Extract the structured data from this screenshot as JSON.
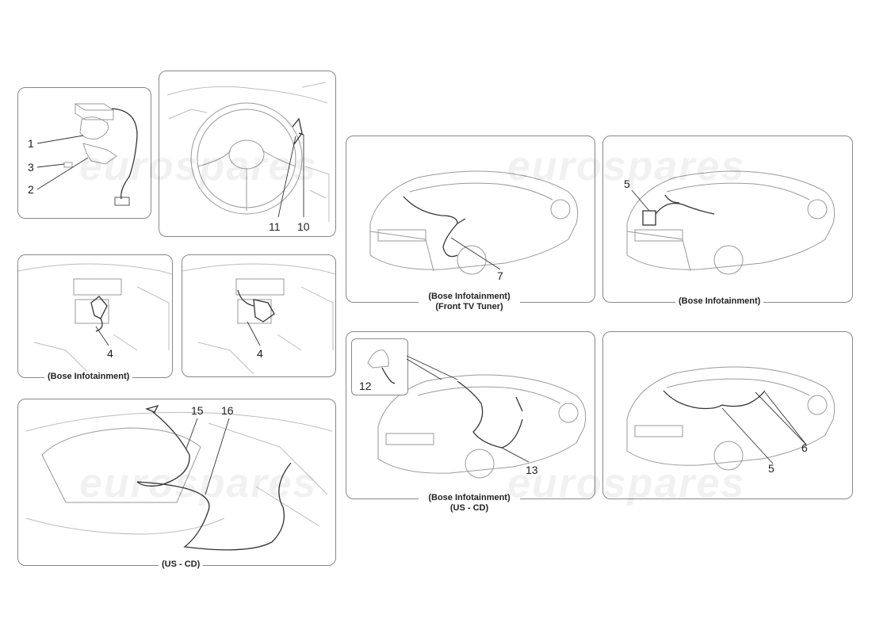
{
  "labels": {
    "n1": "1",
    "n2": "2",
    "n3": "3",
    "n4a": "4",
    "n4b": "4",
    "n5a": "5",
    "n5b": "5",
    "n6": "6",
    "n7": "7",
    "n10": "10",
    "n11": "11",
    "n12": "12",
    "n13": "13",
    "n15": "15",
    "n16": "16"
  },
  "captions": {
    "front_tv_line1": "(Bose Infotainment)",
    "front_tv_line2": "(Front TV Tuner)",
    "bose_infotainment_rear": "(Bose Infotainment)",
    "bose_infotainment_console": "(Bose Infotainment)",
    "us_cd_line1": "(Bose Infotainment)",
    "us_cd_line2": "(US - CD)",
    "us_cd_bottom": "(US - CD)"
  },
  "watermark": "eurospares"
}
